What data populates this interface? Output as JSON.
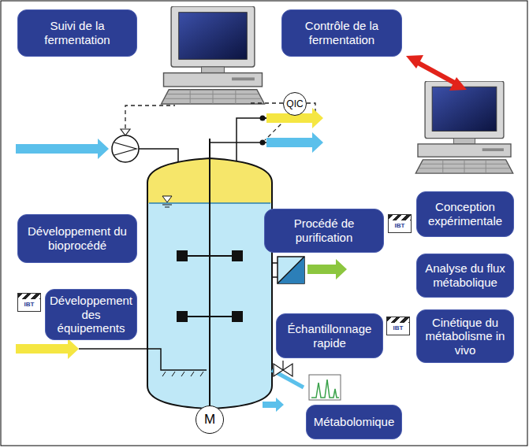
{
  "diagram": {
    "nodes": [
      {
        "text": [
          "Suivi de la fermentation"
        ]
      },
      {
        "text": [
          "Contrôle de la fermentation"
        ]
      },
      {
        "text": [
          "QIC"
        ]
      },
      {
        "text": [
          "Conception expérimentale"
        ]
      },
      {
        "text": [
          "Procédé de purification"
        ]
      },
      {
        "text": [
          "Développement du bioprocédé"
        ]
      },
      {
        "text": [
          "Analyse du flux métabolique"
        ]
      },
      {
        "text": [
          "Développement des équipements"
        ]
      },
      {
        "text": [
          "Échantillonnage rapide"
        ]
      },
      {
        "text": [
          "Cinétique du métabolisme in vivo"
        ]
      },
      {
        "text": [
          "Métabolomique"
        ]
      },
      {
        "text": [
          "M"
        ]
      }
    ],
    "labels": [
      "IBT",
      "IBT",
      "IBT"
    ]
  }
}
